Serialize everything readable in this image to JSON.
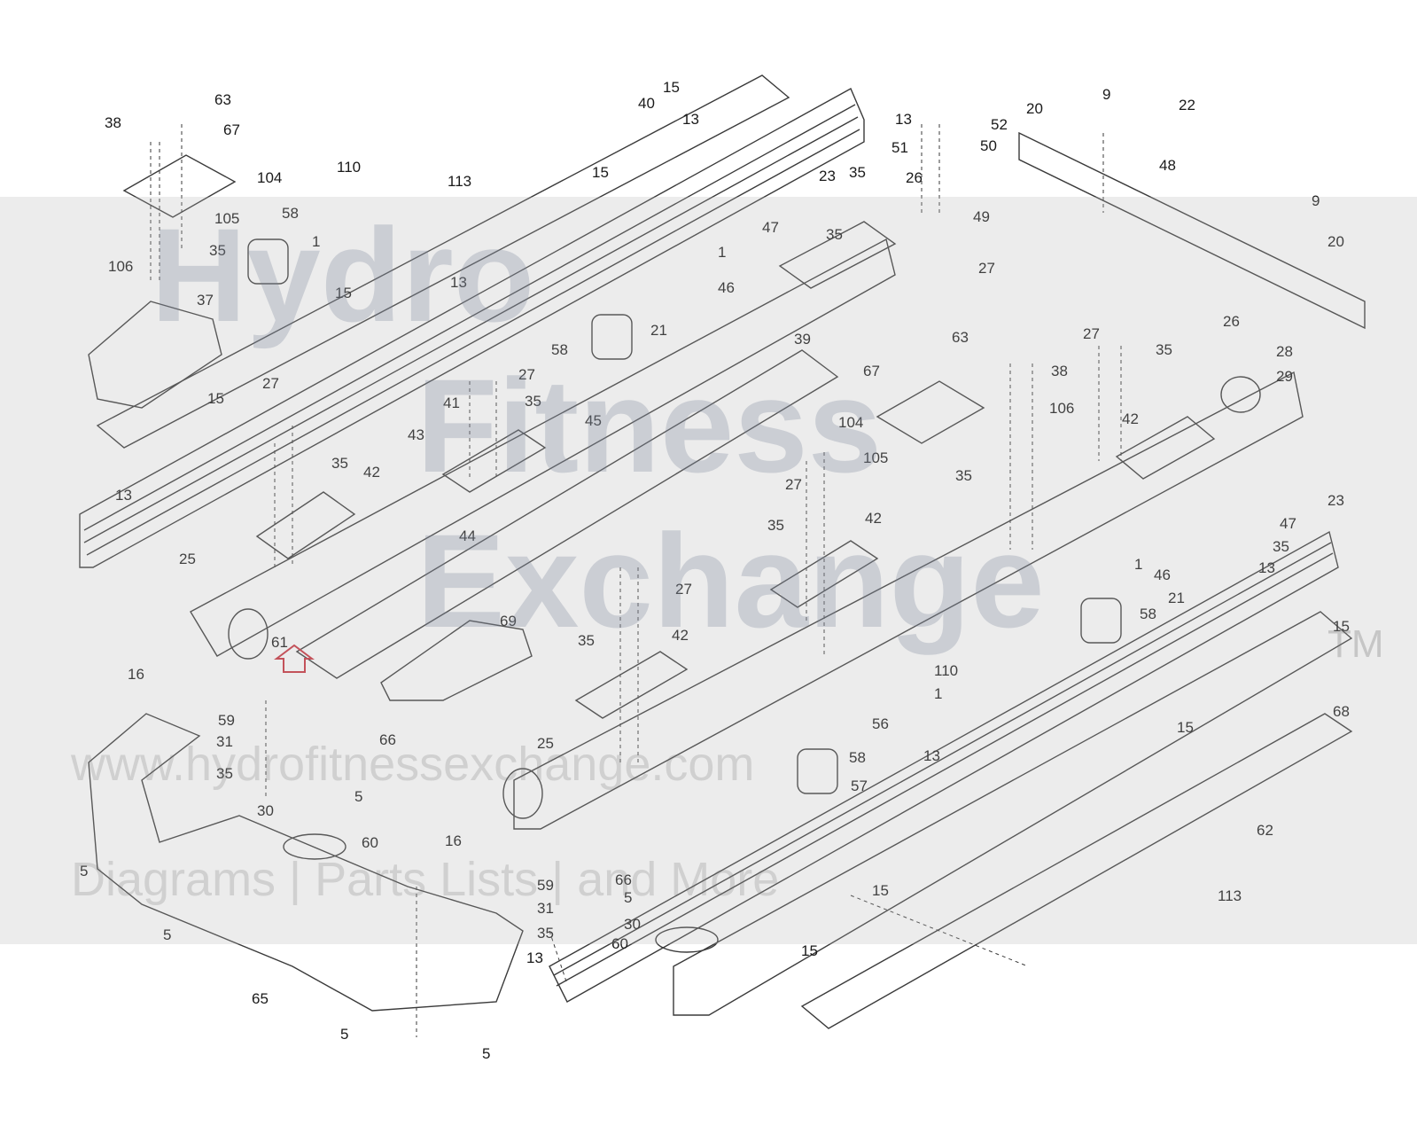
{
  "watermark": {
    "brand_line1": "Hydro",
    "brand_line2": "Fitness",
    "brand_line3": "Exchange",
    "trademark": "TM",
    "url": "www.hydrofitnessexchange.com",
    "tagline": "Diagrams | Parts Lists | and More"
  },
  "callouts": [
    {
      "id": "c-15-top",
      "text": "15"
    },
    {
      "id": "c-40",
      "text": "40"
    },
    {
      "id": "c-13-top",
      "text": "13"
    },
    {
      "id": "c-63-l",
      "text": "63"
    },
    {
      "id": "c-38-l",
      "text": "38"
    },
    {
      "id": "c-67-l",
      "text": "67"
    },
    {
      "id": "c-104-l",
      "text": "104"
    },
    {
      "id": "c-110-l",
      "text": "110"
    },
    {
      "id": "c-113-l",
      "text": "113"
    },
    {
      "id": "c-15-b",
      "text": "15"
    },
    {
      "id": "c-58-l",
      "text": "58"
    },
    {
      "id": "c-105-l",
      "text": "105"
    },
    {
      "id": "c-35-a",
      "text": "35"
    },
    {
      "id": "c-1-a",
      "text": "1"
    },
    {
      "id": "c-106-l",
      "text": "106"
    },
    {
      "id": "c-15-c",
      "text": "15"
    },
    {
      "id": "c-13-b",
      "text": "13"
    },
    {
      "id": "c-37",
      "text": "37"
    },
    {
      "id": "c-15-d",
      "text": "15"
    },
    {
      "id": "c-27-a",
      "text": "27"
    },
    {
      "id": "c-41",
      "text": "41"
    },
    {
      "id": "c-27-b",
      "text": "27"
    },
    {
      "id": "c-35-b",
      "text": "35"
    },
    {
      "id": "c-43",
      "text": "43"
    },
    {
      "id": "c-45",
      "text": "45"
    },
    {
      "id": "c-35-c",
      "text": "35"
    },
    {
      "id": "c-42-a",
      "text": "42"
    },
    {
      "id": "c-13-c",
      "text": "13"
    },
    {
      "id": "c-44",
      "text": "44"
    },
    {
      "id": "c-25-a",
      "text": "25"
    },
    {
      "id": "c-61",
      "text": "61"
    },
    {
      "id": "c-69",
      "text": "69"
    },
    {
      "id": "c-16-a",
      "text": "16"
    },
    {
      "id": "c-59-a",
      "text": "59"
    },
    {
      "id": "c-31-a",
      "text": "31"
    },
    {
      "id": "c-35-d",
      "text": "35"
    },
    {
      "id": "c-66-a",
      "text": "66"
    },
    {
      "id": "c-5-a",
      "text": "5"
    },
    {
      "id": "c-30-a",
      "text": "30"
    },
    {
      "id": "c-60-a",
      "text": "60"
    },
    {
      "id": "c-5-b",
      "text": "5"
    },
    {
      "id": "c-5-c",
      "text": "5"
    },
    {
      "id": "c-65",
      "text": "65"
    },
    {
      "id": "c-5-d",
      "text": "5"
    },
    {
      "id": "c-5-e",
      "text": "5"
    },
    {
      "id": "c-13-d",
      "text": "13"
    },
    {
      "id": "c-52",
      "text": "52"
    },
    {
      "id": "c-51",
      "text": "51"
    },
    {
      "id": "c-50",
      "text": "50"
    },
    {
      "id": "c-20-a",
      "text": "20"
    },
    {
      "id": "c-9-a",
      "text": "9"
    },
    {
      "id": "c-22",
      "text": "22"
    },
    {
      "id": "c-48",
      "text": "48"
    },
    {
      "id": "c-23-a",
      "text": "23"
    },
    {
      "id": "c-35-e",
      "text": "35"
    },
    {
      "id": "c-26-a",
      "text": "26"
    },
    {
      "id": "c-47-a",
      "text": "47"
    },
    {
      "id": "c-35-f",
      "text": "35"
    },
    {
      "id": "c-49",
      "text": "49"
    },
    {
      "id": "c-9-b",
      "text": "9"
    },
    {
      "id": "c-20-b",
      "text": "20"
    },
    {
      "id": "c-1-b",
      "text": "1"
    },
    {
      "id": "c-46-a",
      "text": "46"
    },
    {
      "id": "c-27-c",
      "text": "27"
    },
    {
      "id": "c-21-a",
      "text": "21"
    },
    {
      "id": "c-63-r",
      "text": "63"
    },
    {
      "id": "c-58-b",
      "text": "58"
    },
    {
      "id": "c-26-b",
      "text": "26"
    },
    {
      "id": "c-27-d",
      "text": "27"
    },
    {
      "id": "c-35-g",
      "text": "35"
    },
    {
      "id": "c-28",
      "text": "28"
    },
    {
      "id": "c-29",
      "text": "29"
    },
    {
      "id": "c-39",
      "text": "39"
    },
    {
      "id": "c-67-r",
      "text": "67"
    },
    {
      "id": "c-38-r",
      "text": "38"
    },
    {
      "id": "c-104-r",
      "text": "104"
    },
    {
      "id": "c-106-r",
      "text": "106"
    },
    {
      "id": "c-42-b",
      "text": "42"
    },
    {
      "id": "c-105-r",
      "text": "105"
    },
    {
      "id": "c-35-h",
      "text": "35"
    },
    {
      "id": "c-27-e",
      "text": "27"
    },
    {
      "id": "c-23-b",
      "text": "23"
    },
    {
      "id": "c-47-b",
      "text": "47"
    },
    {
      "id": "c-35-i",
      "text": "35"
    },
    {
      "id": "c-42-c",
      "text": "42"
    },
    {
      "id": "c-35-j",
      "text": "35"
    },
    {
      "id": "c-1-c",
      "text": "1"
    },
    {
      "id": "c-46-b",
      "text": "46"
    },
    {
      "id": "c-13-e",
      "text": "13"
    },
    {
      "id": "c-21-b",
      "text": "21"
    },
    {
      "id": "c-27-f",
      "text": "27"
    },
    {
      "id": "c-58-c",
      "text": "58"
    },
    {
      "id": "c-35-k",
      "text": "35"
    },
    {
      "id": "c-42-d",
      "text": "42"
    },
    {
      "id": "c-15-e",
      "text": "15"
    },
    {
      "id": "c-110-r",
      "text": "110"
    },
    {
      "id": "c-1-d",
      "text": "1"
    },
    {
      "id": "c-56",
      "text": "56"
    },
    {
      "id": "c-68",
      "text": "68"
    },
    {
      "id": "c-15-f",
      "text": "15"
    },
    {
      "id": "c-25-b",
      "text": "25"
    },
    {
      "id": "c-58-d",
      "text": "58"
    },
    {
      "id": "c-13-f",
      "text": "13"
    },
    {
      "id": "c-57",
      "text": "57"
    },
    {
      "id": "c-62",
      "text": "62"
    },
    {
      "id": "c-16-b",
      "text": "16"
    },
    {
      "id": "c-66-b",
      "text": "66"
    },
    {
      "id": "c-59-b",
      "text": "59"
    },
    {
      "id": "c-15-g",
      "text": "15"
    },
    {
      "id": "c-113-r",
      "text": "113"
    },
    {
      "id": "c-5-f",
      "text": "5"
    },
    {
      "id": "c-31-b",
      "text": "31"
    },
    {
      "id": "c-30-b",
      "text": "30"
    },
    {
      "id": "c-35-l",
      "text": "35"
    },
    {
      "id": "c-60-b",
      "text": "60"
    },
    {
      "id": "c-13-g",
      "text": "13"
    },
    {
      "id": "c-15-h",
      "text": "15"
    }
  ],
  "highlight": {
    "color": "#c8323c"
  },
  "colors": {
    "line": "#3a3a3a",
    "background": "#ffffff"
  }
}
